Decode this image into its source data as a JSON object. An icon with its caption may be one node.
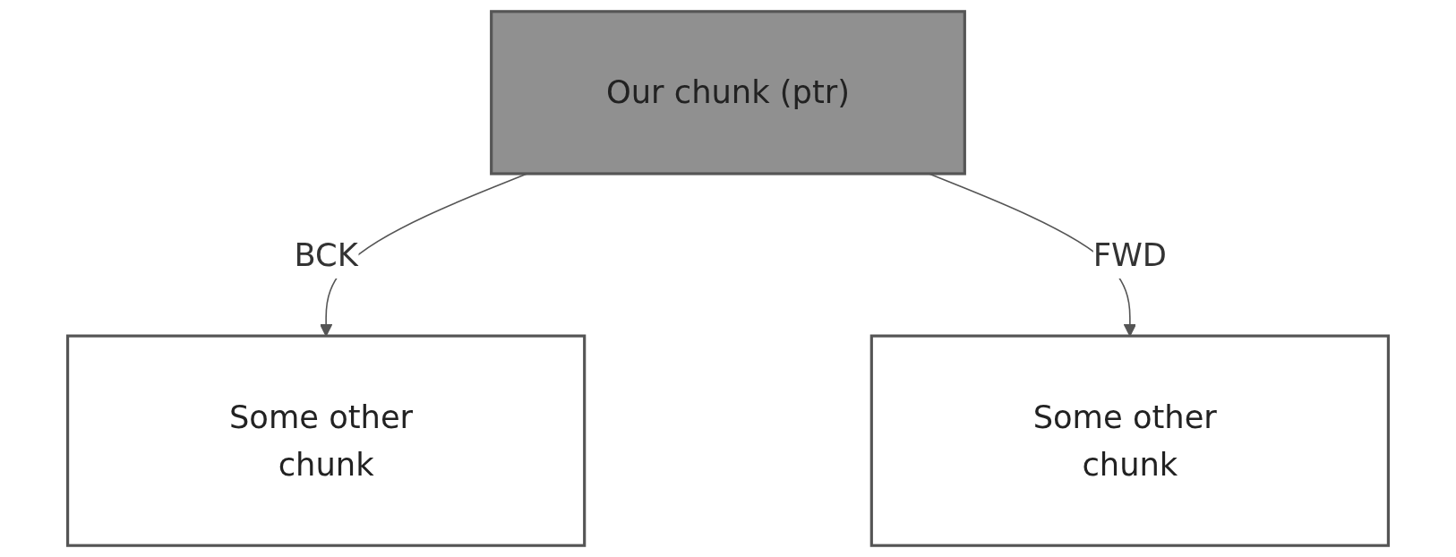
{
  "diagram": {
    "nodes": [
      {
        "text": [
          "Our chunk (ptr)"
        ]
      },
      {
        "text": [
          "Some other chunk"
        ]
      },
      {
        "text": [
          "Some other chunk"
        ]
      }
    ],
    "edges": [
      {
        "from": 0,
        "to": 1,
        "arrow": "to",
        "label": "BCK"
      },
      {
        "from": 0,
        "to": 2,
        "arrow": "to",
        "label": "FWD"
      }
    ]
  }
}
